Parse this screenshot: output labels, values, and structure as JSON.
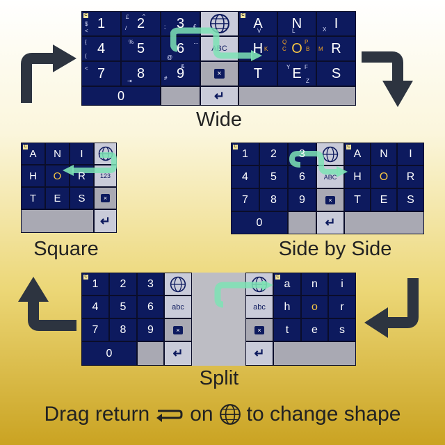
{
  "captions": {
    "wide": "Wide",
    "square": "Square",
    "side_by_side": "Side by Side",
    "split": "Split",
    "instruction_pre": "Drag return",
    "instruction_mid": "on",
    "instruction_post": "to change shape"
  },
  "keys": {
    "digits": [
      "1",
      "2",
      "3",
      "4",
      "5",
      "6",
      "7",
      "8",
      "9",
      "0"
    ],
    "letters_row1": [
      "A",
      "N",
      "I"
    ],
    "letters_row2": [
      "H",
      "O",
      "R"
    ],
    "letters_row3": [
      "T",
      "E",
      "S"
    ],
    "letters_lower_row1": [
      "a",
      "n",
      "i"
    ],
    "letters_lower_row2": [
      "h",
      "o",
      "r"
    ],
    "letters_lower_row3": [
      "t",
      "e",
      "s"
    ],
    "abc_upper": "ABC",
    "abc_lower": "abc",
    "num_label": "123",
    "backspace": "×",
    "return_glyph": "↵",
    "c_badge": "C"
  },
  "colors": {
    "key_blue": "#0d1a5e",
    "key_gray": "#a9a9b3",
    "highlight": "#7ee3b5",
    "orange": "#f5a623"
  },
  "icons": {
    "globe": "globe-icon",
    "return": "return-icon",
    "backspace": "backspace-icon",
    "arrows": "curved-arrow-icon"
  }
}
